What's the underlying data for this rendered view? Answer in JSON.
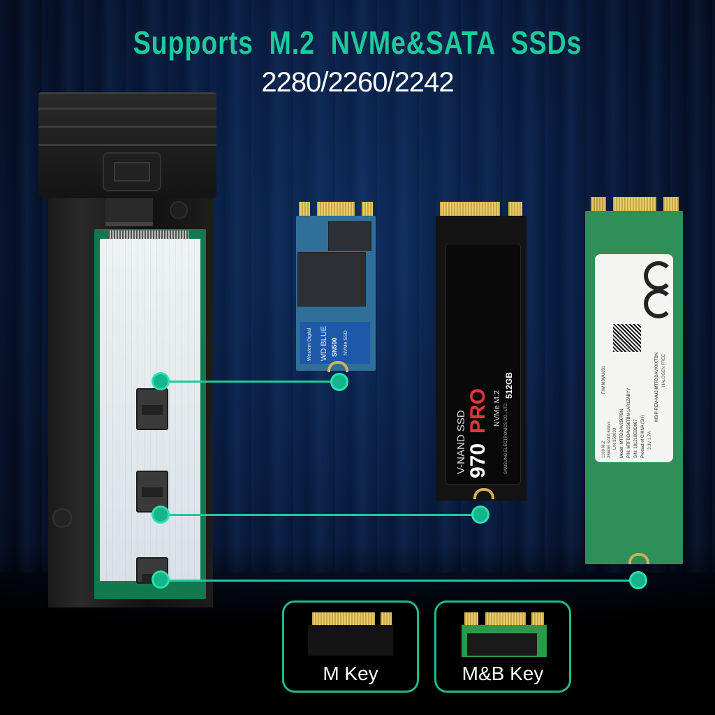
{
  "header": {
    "title": "Supports  M.2  NVMe&SATA  SSDs",
    "subtitle": "2280/2260/2242"
  },
  "colors": {
    "accent": "#1ec99a",
    "callout_line": "#1fc99c",
    "background": "#06112a"
  },
  "enclosure": {
    "name": "M.2 SSD enclosure (open)"
  },
  "ssds": [
    {
      "id": "2242",
      "brand": "Western Digital",
      "model_line1": "WD BLUE",
      "model_line2": "SN500",
      "type": "NVMe SSD"
    },
    {
      "id": "2280-samsung",
      "line1": "V-NAND SSD",
      "model_a": "970",
      "model_b": "PRO",
      "iface": "NVMe M.2",
      "capacity": "512GB",
      "maker": "SAMSUNG ELECTRONICS CO., LTD."
    },
    {
      "id": "2280-micron",
      "fw": "F/W  M0MU031",
      "line1": "1100  M.2",
      "line2": "256GB  SATA  6Gb/s",
      "line3": "L/N  350033",
      "model": "Model: MTFDDAV256TBN",
      "pn": "P/N: MTFDDAV256TBN-1AR1ZABYY",
      "sn": "S/N: 18121BE8D967",
      "origin": "Product of CHINA (SH)",
      "power": "3.3V  1.7A",
      "msip": "MSIP-REM-MU2-MTFDDAVXXXTBN",
      "halogen": "HALOGEN FREE"
    }
  ],
  "keys": [
    {
      "label": "M Key"
    },
    {
      "label": "M&B Key"
    }
  ]
}
